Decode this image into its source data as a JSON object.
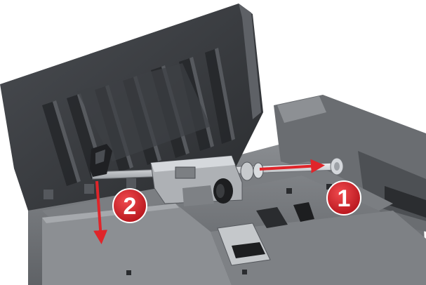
{
  "colors": {
    "background": "#ffffff",
    "cover_dark": "#2e3033",
    "cover_mid": "#3c3f43",
    "cover_light": "#55585d",
    "body_gray": "#6f7276",
    "body_light": "#8c8f93",
    "shaft": "#c9ccd0",
    "roller_rubber": "#1d1e20",
    "arrow_red": "#e0252a",
    "callout_red": "#d81f26"
  },
  "callouts": [
    {
      "label": "1",
      "icon": "numbered-callout"
    },
    {
      "label": "2",
      "icon": "numbered-callout"
    }
  ],
  "arrows": [
    {
      "name": "slide-right-arrow",
      "direction": "right"
    },
    {
      "name": "pull-down-arrow",
      "direction": "down"
    }
  ]
}
